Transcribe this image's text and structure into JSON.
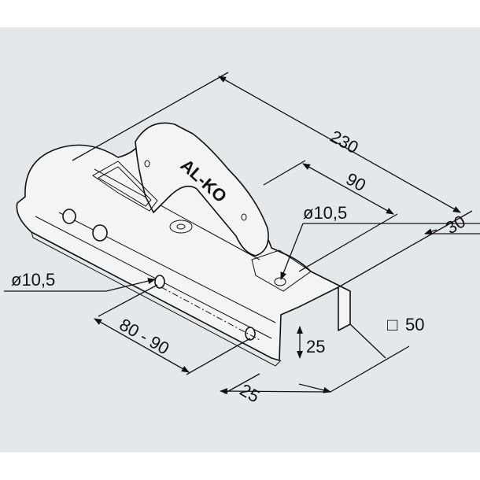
{
  "drawing": {
    "logo_text": "AL-KO",
    "dimensions": {
      "overall_length": "230",
      "bolt_spacing_top": "90",
      "hole_top": "ø10,5",
      "offset": "30",
      "hole_side": "ø10,5",
      "side_spacing": "80 - 90",
      "profile_height": "25",
      "side_offset": "25",
      "square_tube": "50",
      "square_symbol": "□"
    }
  }
}
